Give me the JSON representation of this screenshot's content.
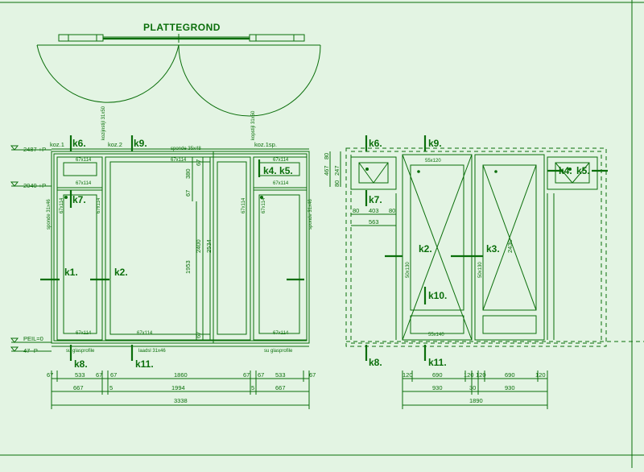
{
  "title": "PLATTEGROND",
  "colors": {
    "background": "#e3f4e3",
    "ink": "#0a6e0a"
  },
  "levels": [
    "2487 +P",
    "2040 +P",
    "PEIL=0",
    "47 -P"
  ],
  "left_elevation": {
    "headers": [
      "koz.1",
      "koz.2",
      "koz.1sp."
    ],
    "small_text": [
      "kozijnstijl 31x50",
      "kopstijl 31x50",
      "sponde 35x48",
      "67x114",
      "67x114",
      "67x114",
      "67x114",
      "67x114",
      "67x114",
      "67x114",
      "67x114",
      "67x114",
      "67x114",
      "67x114",
      "67x114",
      "sponde 31x46",
      "sponde 31x46",
      "su glasprofile",
      "laadsl 31x46",
      "su glasprofile"
    ],
    "vertical_dims": [
      "380",
      "67",
      "67",
      "1953",
      "2400",
      "2534",
      "67"
    ],
    "tags": [
      "k6.",
      "k9.",
      "k4. k5.",
      "k7.",
      "k1.",
      "k2.",
      "k8.",
      "k11."
    ],
    "dims_row1": [
      "67",
      "533",
      "67",
      "67",
      "1860",
      "67",
      "67",
      "533",
      "67"
    ],
    "dims_row2": [
      "667",
      "5",
      "1994",
      "5",
      "667"
    ],
    "dims_row3": [
      "3338"
    ]
  },
  "right_elevation": {
    "left_vertical": [
      "80",
      "467",
      "247",
      "80"
    ],
    "dims_small": [
      "80",
      "403",
      "80",
      "563"
    ],
    "small_text": [
      "55x120",
      "50x130",
      "50x130",
      "55x140"
    ],
    "vertical_dims": [
      "2430"
    ],
    "tags": [
      "k6.",
      "k9.",
      "k4.",
      "k5.",
      "k7.",
      "k2.",
      "k3.",
      "k10.",
      "k8.",
      "k11."
    ],
    "dims_row1": [
      "120",
      "690",
      "120",
      "120",
      "690",
      "120"
    ],
    "dims_row2": [
      "930",
      "30",
      "930"
    ],
    "dims_row3": [
      "1890"
    ]
  }
}
